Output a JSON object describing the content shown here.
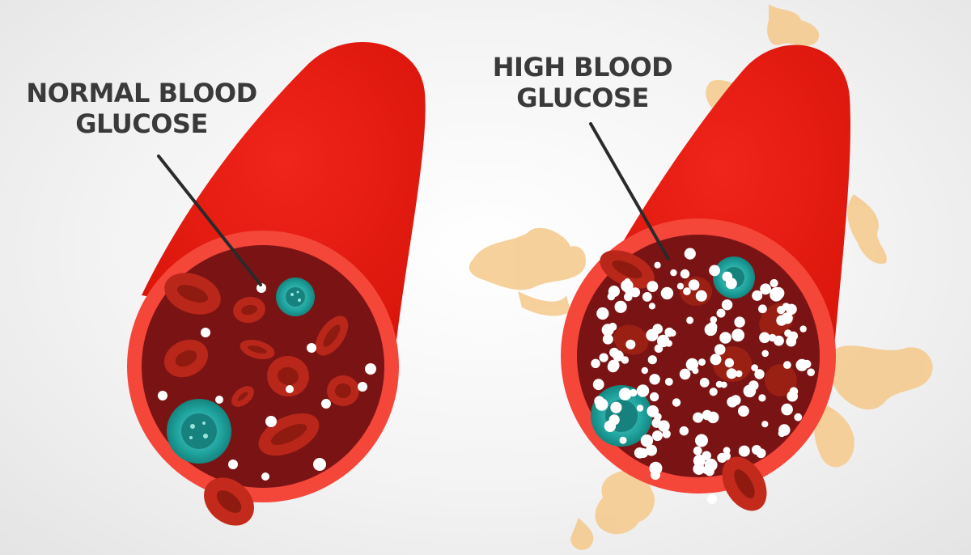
{
  "labels": {
    "normal": {
      "line1": "NORMAL BLOOD",
      "line2": "GLUCOSE"
    },
    "high": {
      "line1": "HIGH BLOOD",
      "line2": "GLUCOSE"
    }
  },
  "colors": {
    "vessel_red": "#ee1c0e",
    "vessel_rim": "#f5463a",
    "lumen": "#7a1414",
    "red_cell": "#c42a1c",
    "white_cell": "#1fa39e",
    "glucose": "#ffffff",
    "leak": "#f5c98a",
    "label_text": "#3a3a3a"
  },
  "icons": {
    "glucose_particle": "white-dot",
    "red_blood_cell": "red-blood-cell",
    "white_blood_cell": "white-blood-cell",
    "leak_splash": "plasma-leak-splash"
  }
}
